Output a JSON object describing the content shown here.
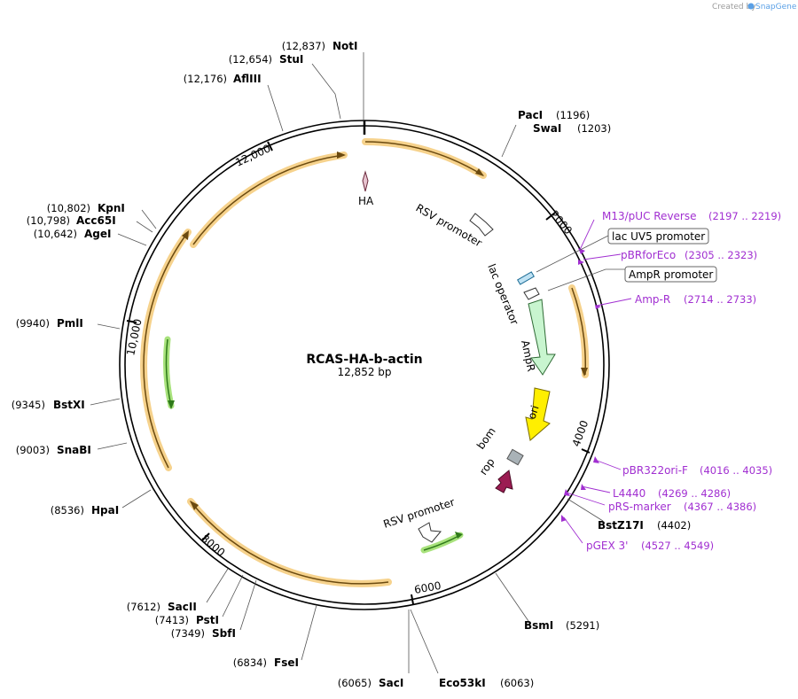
{
  "credit": {
    "prefix": "Created by",
    "brand": "SnapGene"
  },
  "plasmid": {
    "name": "RCAS-HA-b-actin",
    "size": "12,852 bp"
  },
  "ticks": [
    "2000",
    "4000",
    "6000",
    "8000",
    "10,000",
    "12,000"
  ],
  "enzymes": [
    {
      "id": "noti",
      "name": "NotI",
      "pos": "(12,837)"
    },
    {
      "id": "stui",
      "name": "StuI",
      "pos": "(12,654)"
    },
    {
      "id": "aflii",
      "name": "AflIII",
      "pos": "(12,176)"
    },
    {
      "id": "paci",
      "name": "PacI",
      "pos": "(1196)"
    },
    {
      "id": "swai",
      "name": "SwaI",
      "pos": "(1203)"
    },
    {
      "id": "kpni",
      "name": "KpnI",
      "pos": "(10,802)"
    },
    {
      "id": "acc65i",
      "name": "Acc65I",
      "pos": "(10,798)"
    },
    {
      "id": "agei",
      "name": "AgeI",
      "pos": "(10,642)"
    },
    {
      "id": "pmli",
      "name": "PmlI",
      "pos": "(9940)"
    },
    {
      "id": "bstxi",
      "name": "BstXI",
      "pos": "(9345)"
    },
    {
      "id": "snabi",
      "name": "SnaBI",
      "pos": "(9003)"
    },
    {
      "id": "hpai",
      "name": "HpaI",
      "pos": "(8536)"
    },
    {
      "id": "sacii",
      "name": "SacII",
      "pos": "(7612)"
    },
    {
      "id": "psti",
      "name": "PstI",
      "pos": "(7413)"
    },
    {
      "id": "sbfi",
      "name": "SbfI",
      "pos": "(7349)"
    },
    {
      "id": "fsei",
      "name": "FseI",
      "pos": "(6834)"
    },
    {
      "id": "saci",
      "name": "SacI",
      "pos": "(6065)"
    },
    {
      "id": "eco53ki",
      "name": "Eco53kI",
      "pos": "(6063)"
    },
    {
      "id": "bsmi",
      "name": "BsmI",
      "pos": "(5291)"
    },
    {
      "id": "bstz17i",
      "name": "BstZ17I",
      "pos": "(4402)"
    }
  ],
  "primers": [
    {
      "id": "m13",
      "name": "M13/pUC Reverse",
      "range": "(2197 .. 2219)"
    },
    {
      "id": "pbrforeco",
      "name": "pBRforEco",
      "range": "(2305 .. 2323)"
    },
    {
      "id": "ampr",
      "name": "Amp-R",
      "range": "(2714 .. 2733)"
    },
    {
      "id": "pbr322",
      "name": "pBR322ori-F",
      "range": "(4016 .. 4035)"
    },
    {
      "id": "l4440",
      "name": "L4440",
      "range": "(4269 .. 4286)"
    },
    {
      "id": "prs",
      "name": "pRS-marker",
      "range": "(4367 .. 4386)"
    },
    {
      "id": "pgex",
      "name": "pGEX 3'",
      "range": "(4527 .. 4549)"
    }
  ],
  "boxed_features": [
    "lac UV5 promoter",
    "AmpR promoter"
  ],
  "features": {
    "ha": "HA",
    "rsv1": "RSV promoter",
    "lac_operator": "lac operator",
    "ampr": "AmpR",
    "ori": "ori",
    "bom": "bom",
    "rop": "rop",
    "rsv2": "RSV promoter"
  },
  "colors": {
    "orf_fill": "#f6d28c",
    "orf_line": "#6b4a10",
    "green_fill": "#a8e27c",
    "green_line": "#2f7a1a",
    "ampr_fill": "#c8f5cf",
    "ori_fill": "#ffef00",
    "bom_fill": "#a9b2b7",
    "rop_fill": "#9b1c52",
    "primer": "#a12fd1"
  }
}
